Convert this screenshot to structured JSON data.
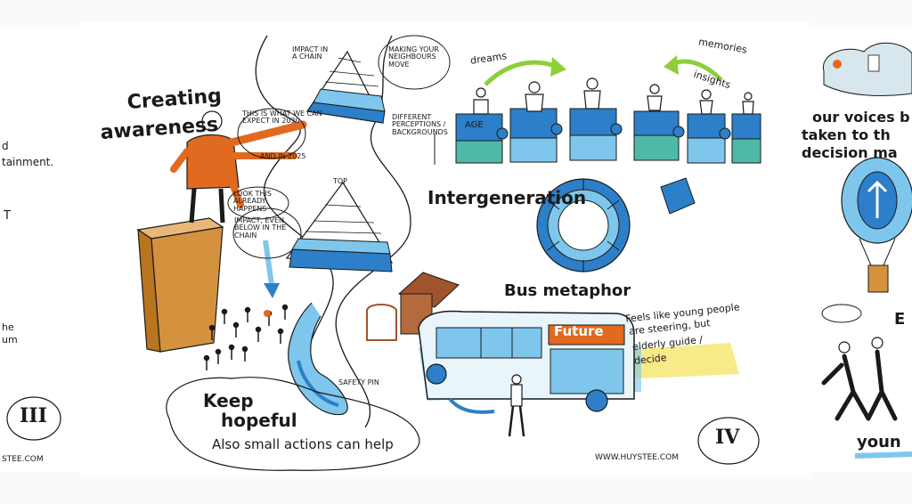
{
  "left_panel": {
    "fragments": [
      "d",
      "tainment.",
      "T",
      "he",
      "um"
    ],
    "numeral": "III",
    "website": "STEE.COM"
  },
  "awareness": {
    "title_line1": "Creating",
    "title_line2": "awareness",
    "speech1": "THIS IS WHAT WE CAN EXPECT IN 2030",
    "speech2": "AND IN 2025",
    "speech3": "LOOK THIS ALREADY HAPPENS",
    "pyramid_top_title": "IMPACT IN A CHAIN",
    "pyramid_bottom_label": "TOP",
    "impact_label": "IMPACT, EVEN BELOW IN THE CHAIN",
    "neighbours_bubble": "MAKING YOUR NEIGHBOURS MOVE"
  },
  "safety": {
    "label": "SAFETY PIN"
  },
  "keep_hopeful": {
    "title_line1": "Keep",
    "title_line2": "hopeful",
    "subtitle": "Also small actions can help"
  },
  "intergeneration": {
    "dreams": "dreams",
    "memories": "memories",
    "insights": "insights",
    "different_perceptions": "DIFFERENT PERCEPTIONS / BACKGROUNDS",
    "age_label": "AGE",
    "title": "Intergeneration"
  },
  "bus": {
    "title": "Bus metaphor",
    "sign": "Future",
    "note_line1": "Feels like young people",
    "note_line2": "are steering, but",
    "note_line3": "elderly guide /",
    "note_line4": "decide",
    "numeral": "IV",
    "website": "WWW.HUYSTEE.COM"
  },
  "right_panel": {
    "line1": "our voices b",
    "line2": "taken to th",
    "line3": "decision ma",
    "letter_e": "E",
    "bottom": "youn"
  },
  "colors": {
    "blue": "#2c7fc8",
    "light_blue": "#7fc6ec",
    "teal": "#4fb9a8",
    "orange": "#e06a1f",
    "brown": "#a0532d",
    "yellow": "#f4e66a",
    "ink": "#1a1a1a"
  }
}
